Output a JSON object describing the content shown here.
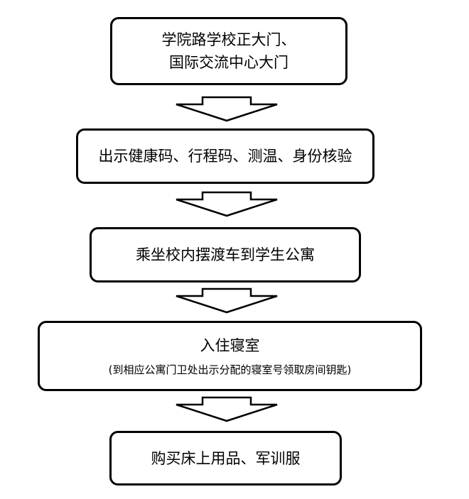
{
  "steps": [
    {
      "lines": [
        "学院路学校正大门、",
        "国际交流中心大门"
      ]
    },
    {
      "lines": [
        "出示健康码、行程码、测温、身份核验"
      ]
    },
    {
      "lines": [
        "乘坐校内摆渡车到学生公寓"
      ]
    },
    {
      "lines": [
        "入住寝室"
      ],
      "note": "(到相应公寓门卫处出示分配的寝室号领取房间钥匙)"
    },
    {
      "lines": [
        "购买床上用品、军训服"
      ]
    }
  ],
  "colors": {
    "stroke": "#000000",
    "fill": "#ffffff"
  }
}
